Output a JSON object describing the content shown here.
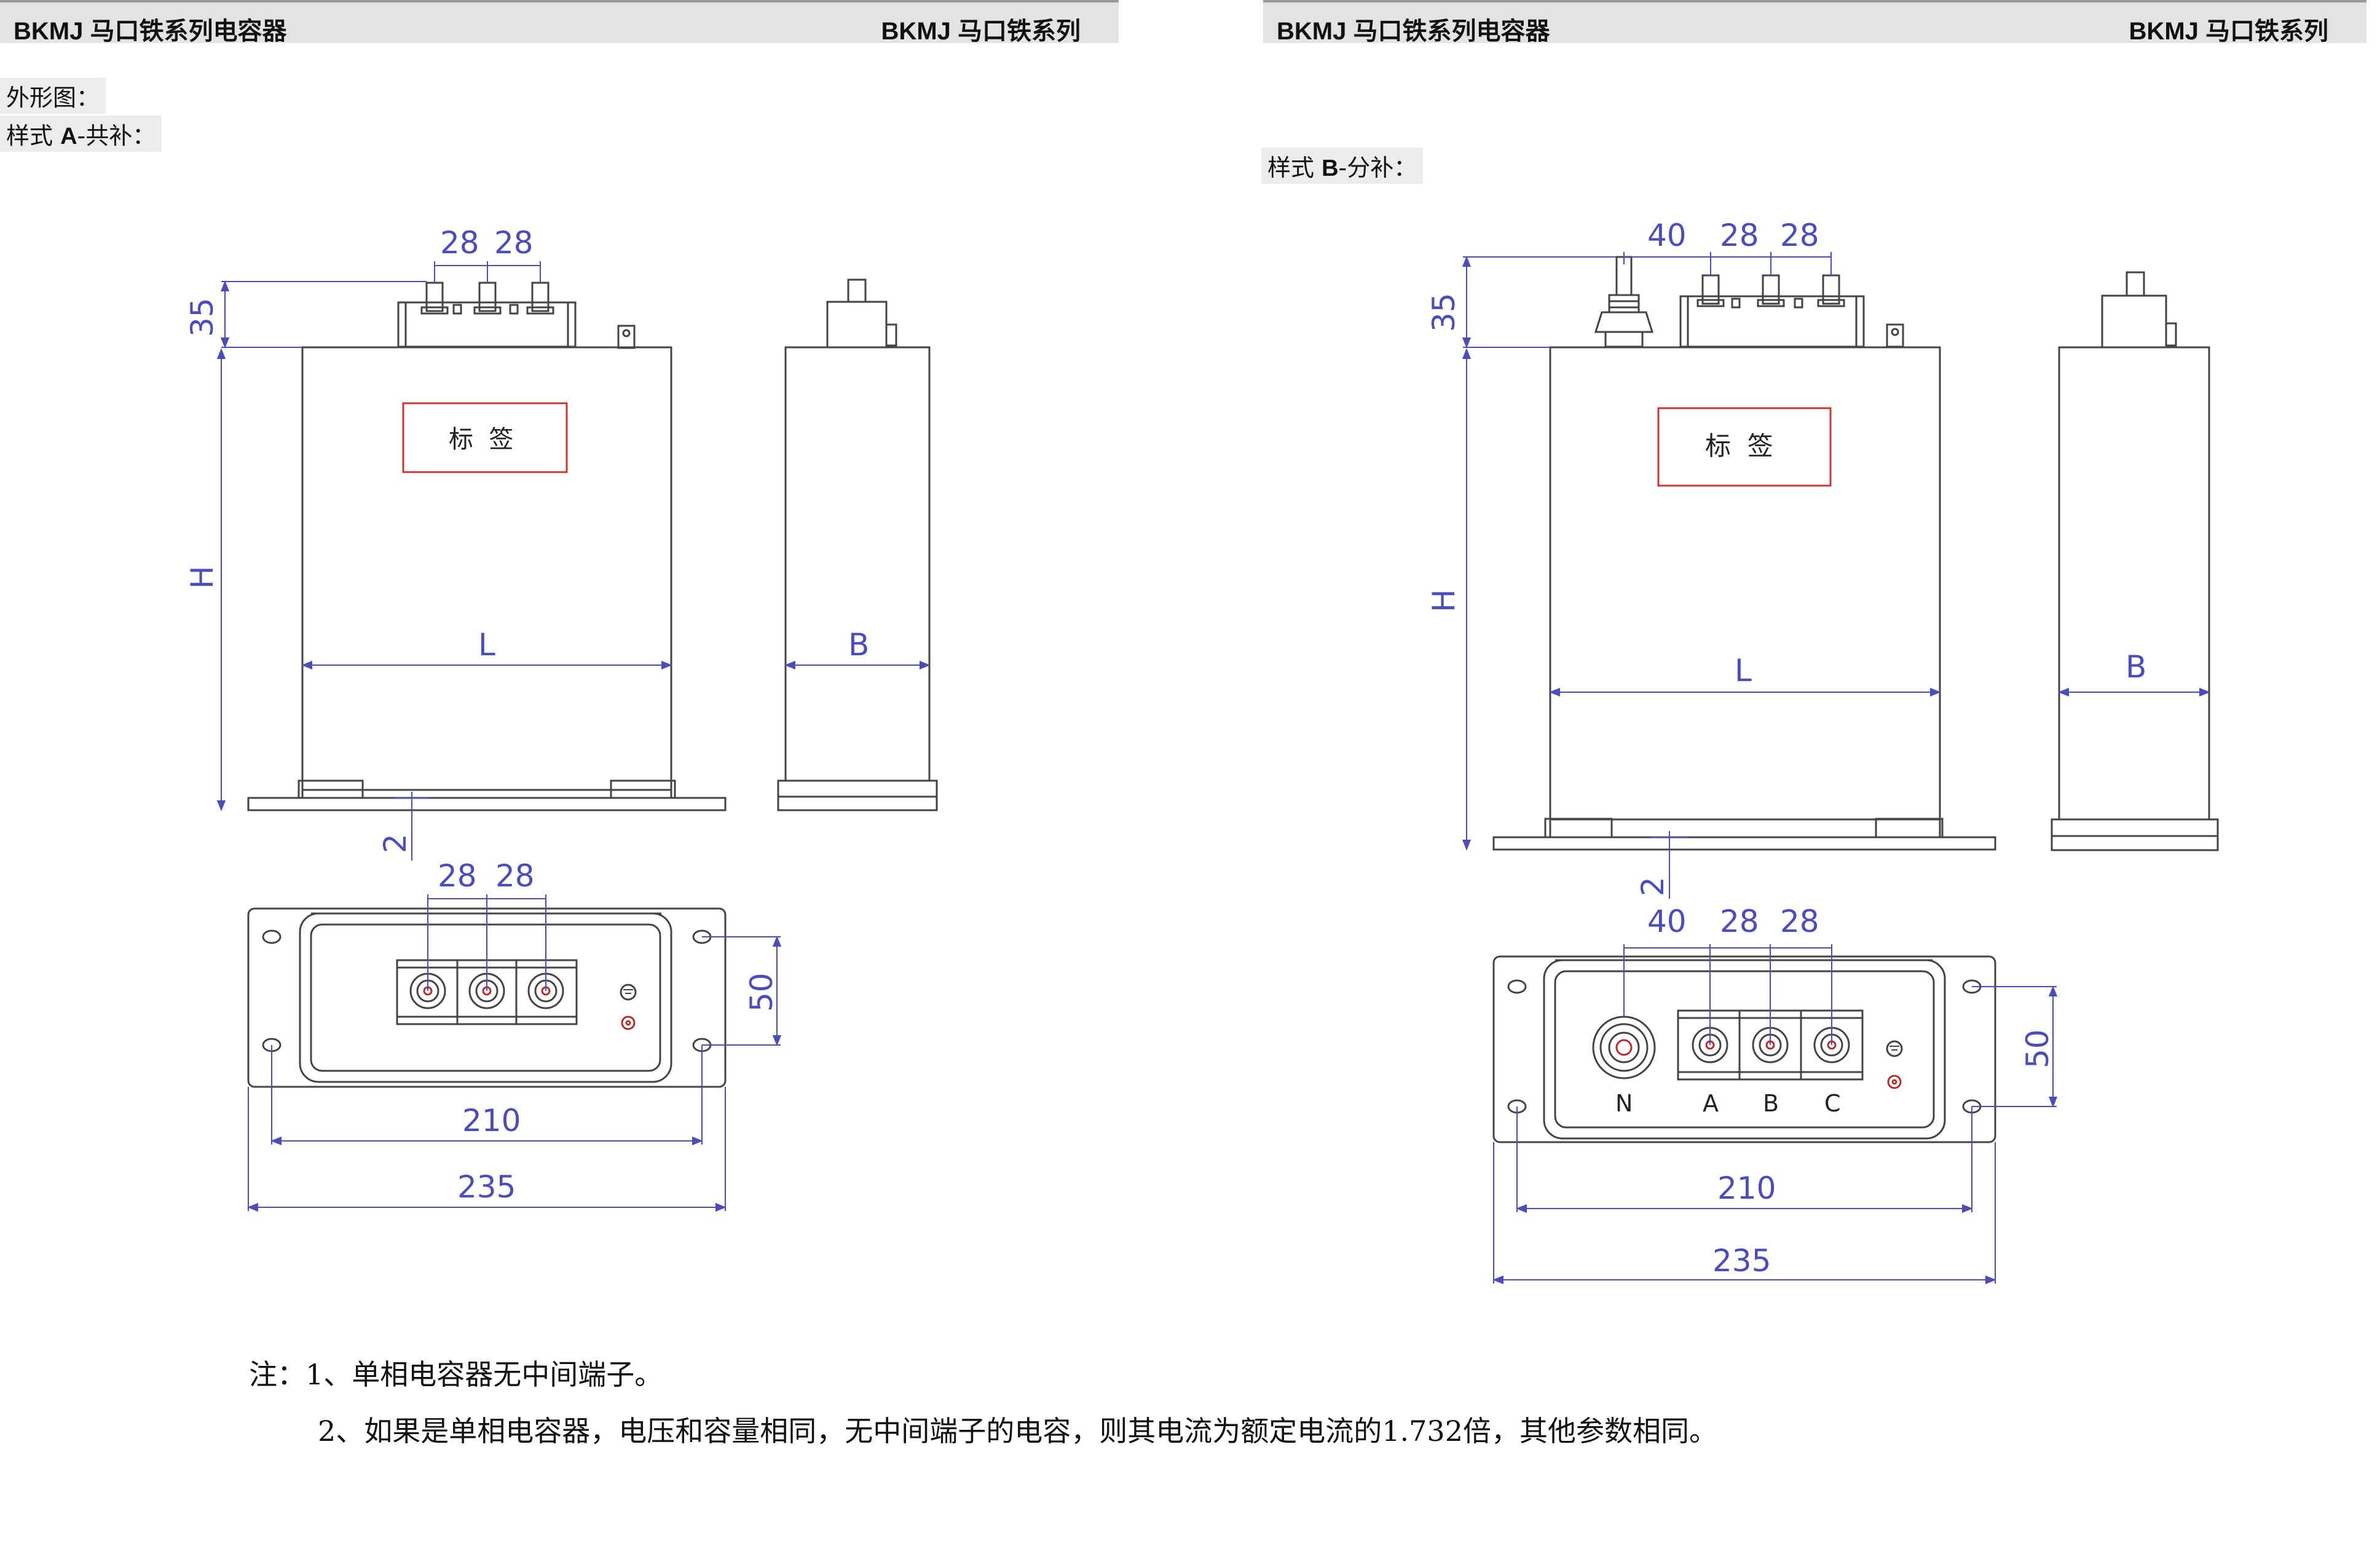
{
  "header_left": {
    "title": "BKMJ 马口铁系列电容器",
    "series": "BKMJ 马口铁系列"
  },
  "header_right": {
    "title": "BKMJ 马口铁系列电容器",
    "series": "BKMJ 马口铁系列"
  },
  "section_label": "外形图：",
  "style_a": {
    "label": "样式 A-共补：",
    "label_prefix": "样式 ",
    "label_code": "A",
    "label_suffix": "-共补：",
    "tag_text": "标  签",
    "dims": {
      "terminal_spacing": [
        "28",
        "28"
      ],
      "terminal_height": "35",
      "height": "H",
      "length": "L",
      "width": "B",
      "base_gap": "2",
      "mount_pitch_vertical": "50",
      "mount_pitch": "210",
      "overall_length": "235"
    }
  },
  "style_b": {
    "label": "样式 B-分补：",
    "label_prefix": "样式 ",
    "label_code": "B",
    "label_suffix": "-分补：",
    "tag_text": "标  签",
    "dims": {
      "terminal_spacing": [
        "40",
        "28",
        "28"
      ],
      "terminal_height": "35",
      "height": "H",
      "length": "L",
      "width": "B",
      "base_gap": "2",
      "mount_pitch_vertical": "50",
      "mount_pitch": "210",
      "overall_length": "235"
    },
    "terminals": [
      "N",
      "A",
      "B",
      "C"
    ]
  },
  "notes": [
    "注：1、单相电容器无中间端子。",
    "2、如果是单相电容器，电压和容量相同，无中间端子的电容，则其电流为额定电流的1.732倍，其他参数相同。"
  ],
  "colors": {
    "outline": "#444444",
    "dimension": "#4d4db8",
    "label_border": "#c23a3a",
    "terminal_mark": "#b03030"
  }
}
